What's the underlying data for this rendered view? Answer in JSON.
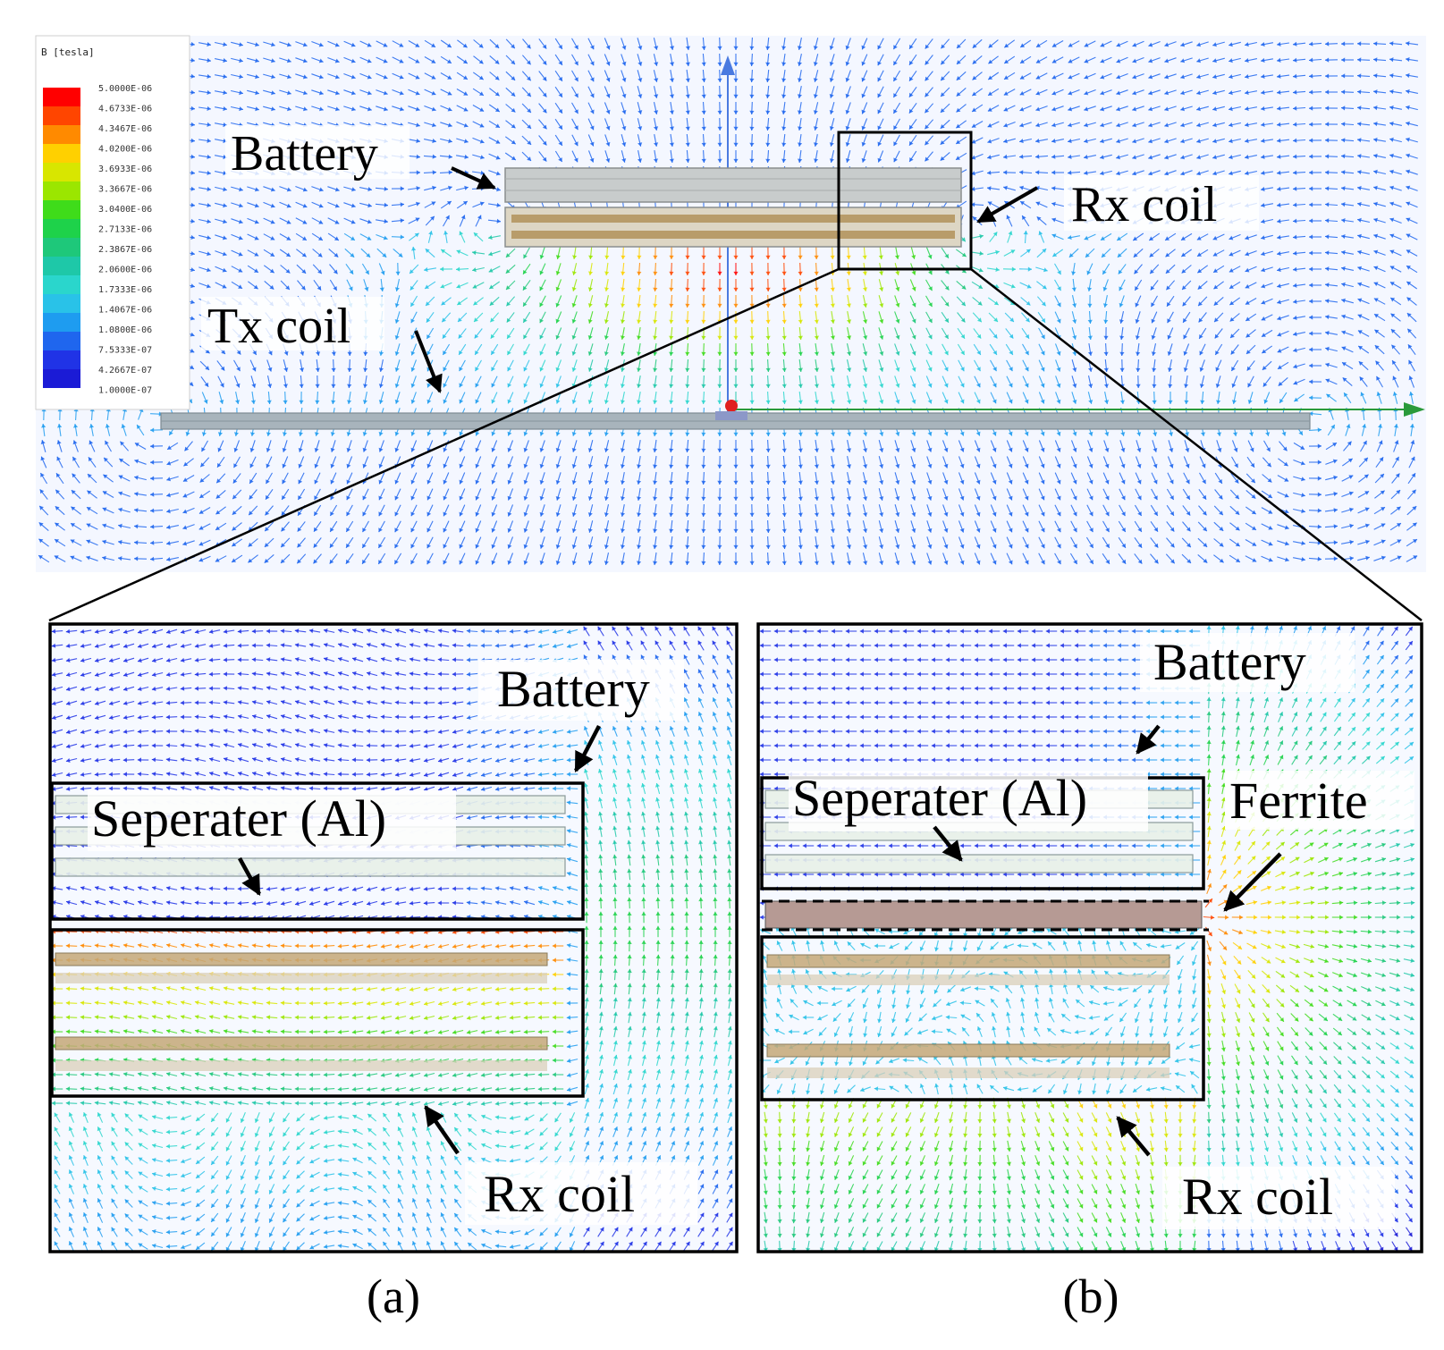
{
  "legend": {
    "title": "B [tesla]",
    "ticks": [
      "5.0000E-06",
      "4.6733E-06",
      "4.3467E-06",
      "4.0200E-06",
      "3.6933E-06",
      "3.3667E-06",
      "3.0400E-06",
      "2.7133E-06",
      "2.3867E-06",
      "2.0600E-06",
      "1.7333E-06",
      "1.4067E-06",
      "1.0800E-06",
      "7.5333E-07",
      "4.2667E-07",
      "1.0000E-07"
    ],
    "colors": [
      "#ff0000",
      "#ff4500",
      "#ff8a00",
      "#ffd000",
      "#d8e600",
      "#9be600",
      "#3fdc1a",
      "#1ed24a",
      "#1ec87a",
      "#1ec8a8",
      "#2ad6cc",
      "#29c2e8",
      "#1e9cf0",
      "#1f66ee",
      "#2033e6",
      "#1b1bd6"
    ]
  },
  "top": {
    "labels": {
      "battery": "Battery",
      "rx_coil": "Rx coil",
      "tx_coil": "Tx coil"
    }
  },
  "panel_a": {
    "labels": {
      "battery": "Battery",
      "separator": "Seperater (Al)",
      "rx_coil": "Rx coil"
    },
    "caption": "(a)"
  },
  "panel_b": {
    "labels": {
      "battery": "Battery",
      "separator": "Seperater (Al)",
      "ferrite": "Ferrite",
      "rx_coil": "Rx coil"
    },
    "caption": "(b)"
  }
}
